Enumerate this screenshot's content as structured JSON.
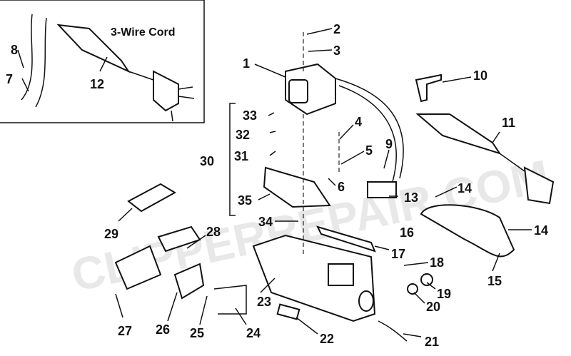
{
  "inset": {
    "caption": "3-Wire Cord"
  },
  "watermark": "CLIPPERREPAIR.COM",
  "callouts": [
    "1",
    "2",
    "3",
    "4",
    "5",
    "6",
    "7",
    "8",
    "9",
    "10",
    "11",
    "12",
    "13",
    "14",
    "14",
    "15",
    "16",
    "17",
    "18",
    "19",
    "20",
    "21",
    "22",
    "23",
    "24",
    "25",
    "26",
    "27",
    "28",
    "29",
    "30",
    "31",
    "32",
    "33",
    "34",
    "35"
  ]
}
